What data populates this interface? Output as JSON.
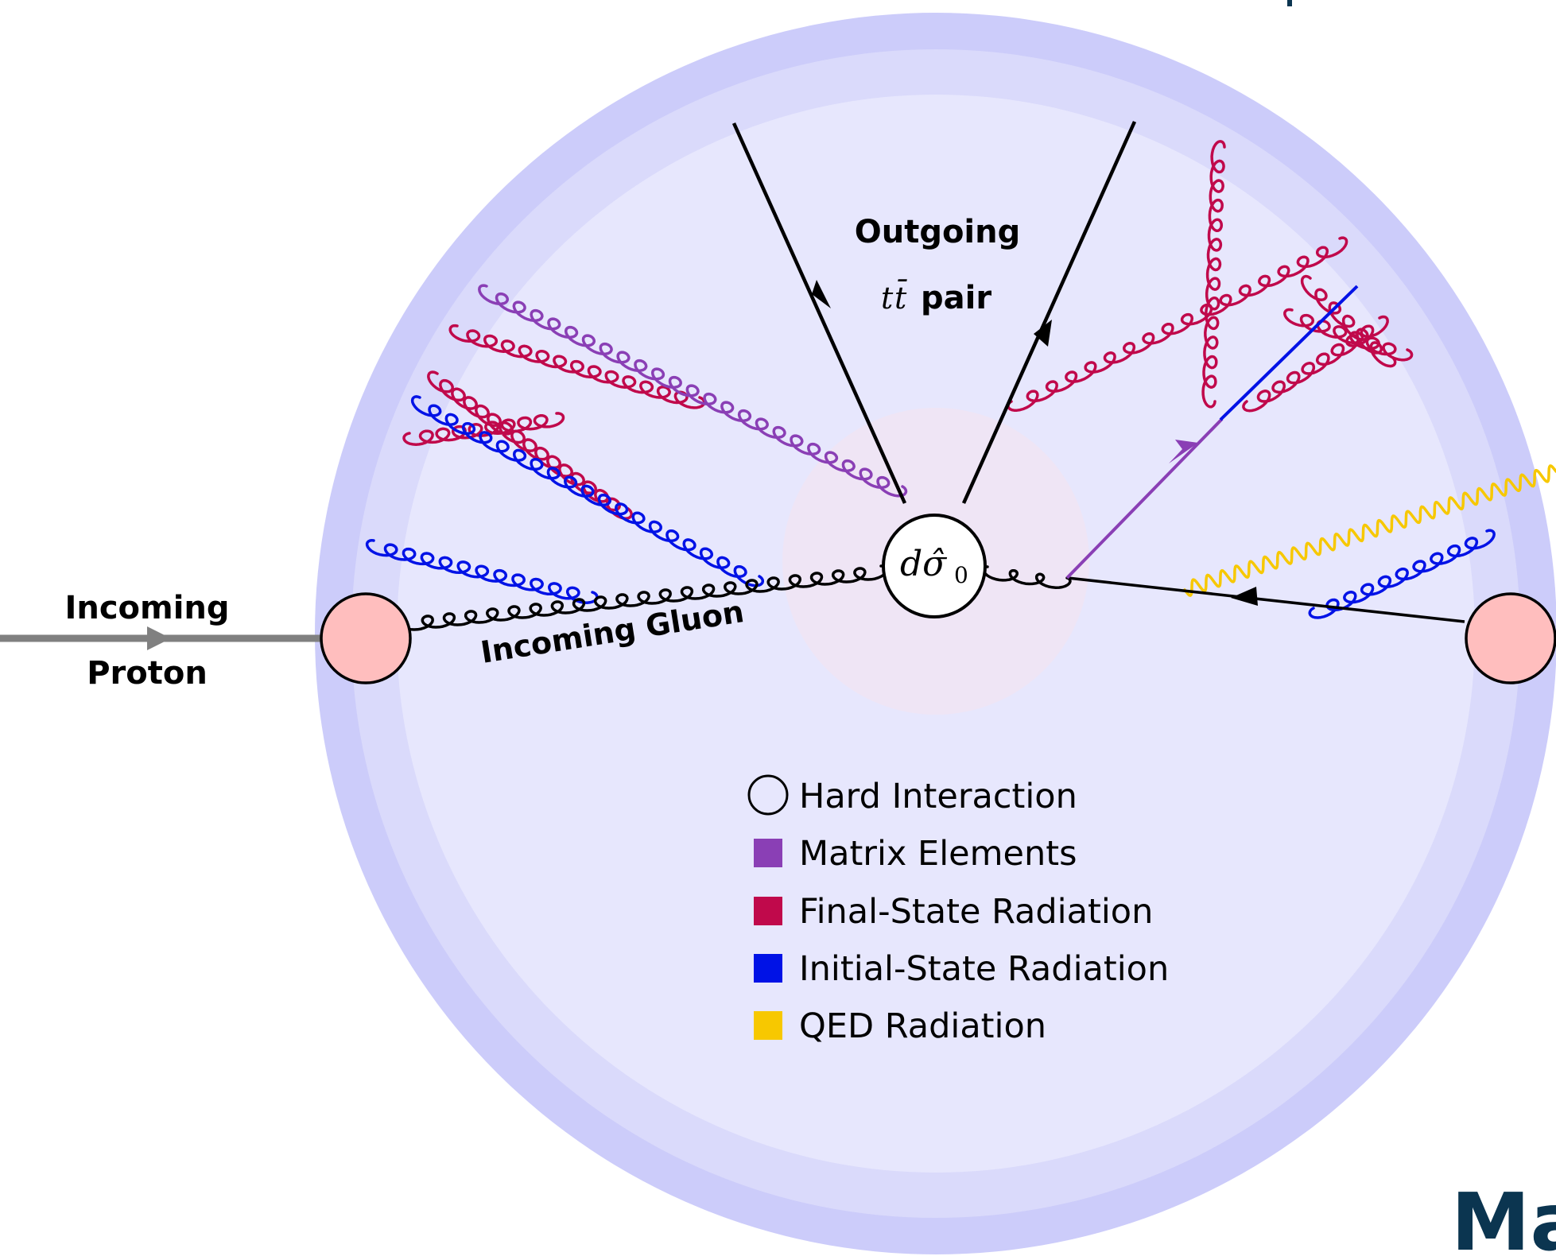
{
  "labels": {
    "outgoing_line1": "Outgoing",
    "outgoing_pair_word": "pair",
    "incoming_proton_line1": "Incoming",
    "incoming_proton_line2": "Proton",
    "incoming_gluon": "Incoming Gluon",
    "hard_vertex_symbol": "dσ̂",
    "hard_vertex_subscript": "0",
    "top_symbol": "t",
    "antitop_symbol": "t̄",
    "corner_text": "Ma"
  },
  "legend": [
    {
      "marker": "circle-outline",
      "label": "Hard Interaction",
      "color": "#000000"
    },
    {
      "marker": "square",
      "label": "Matrix Elements",
      "color": "#8a3fb5"
    },
    {
      "marker": "square",
      "label": "Final-State Radiation",
      "color": "#c0094b"
    },
    {
      "marker": "square",
      "label": "Initial-State Radiation",
      "color": "#0012e6"
    },
    {
      "marker": "square",
      "label": "QED Radiation",
      "color": "#f7c800"
    }
  ],
  "colors": {
    "ring_outer": "#ccccfa",
    "ring_middle": "#dadafb",
    "ring_inner": "#e7e7fd",
    "core": "#efe5f5",
    "proton_blob": "#ffbebe",
    "beam": "#808080",
    "matrix_elements": "#8a3fb5",
    "final_state": "#c0094b",
    "initial_state": "#0012e6",
    "qed": "#f7c800",
    "corner_text": "#0b3550"
  }
}
